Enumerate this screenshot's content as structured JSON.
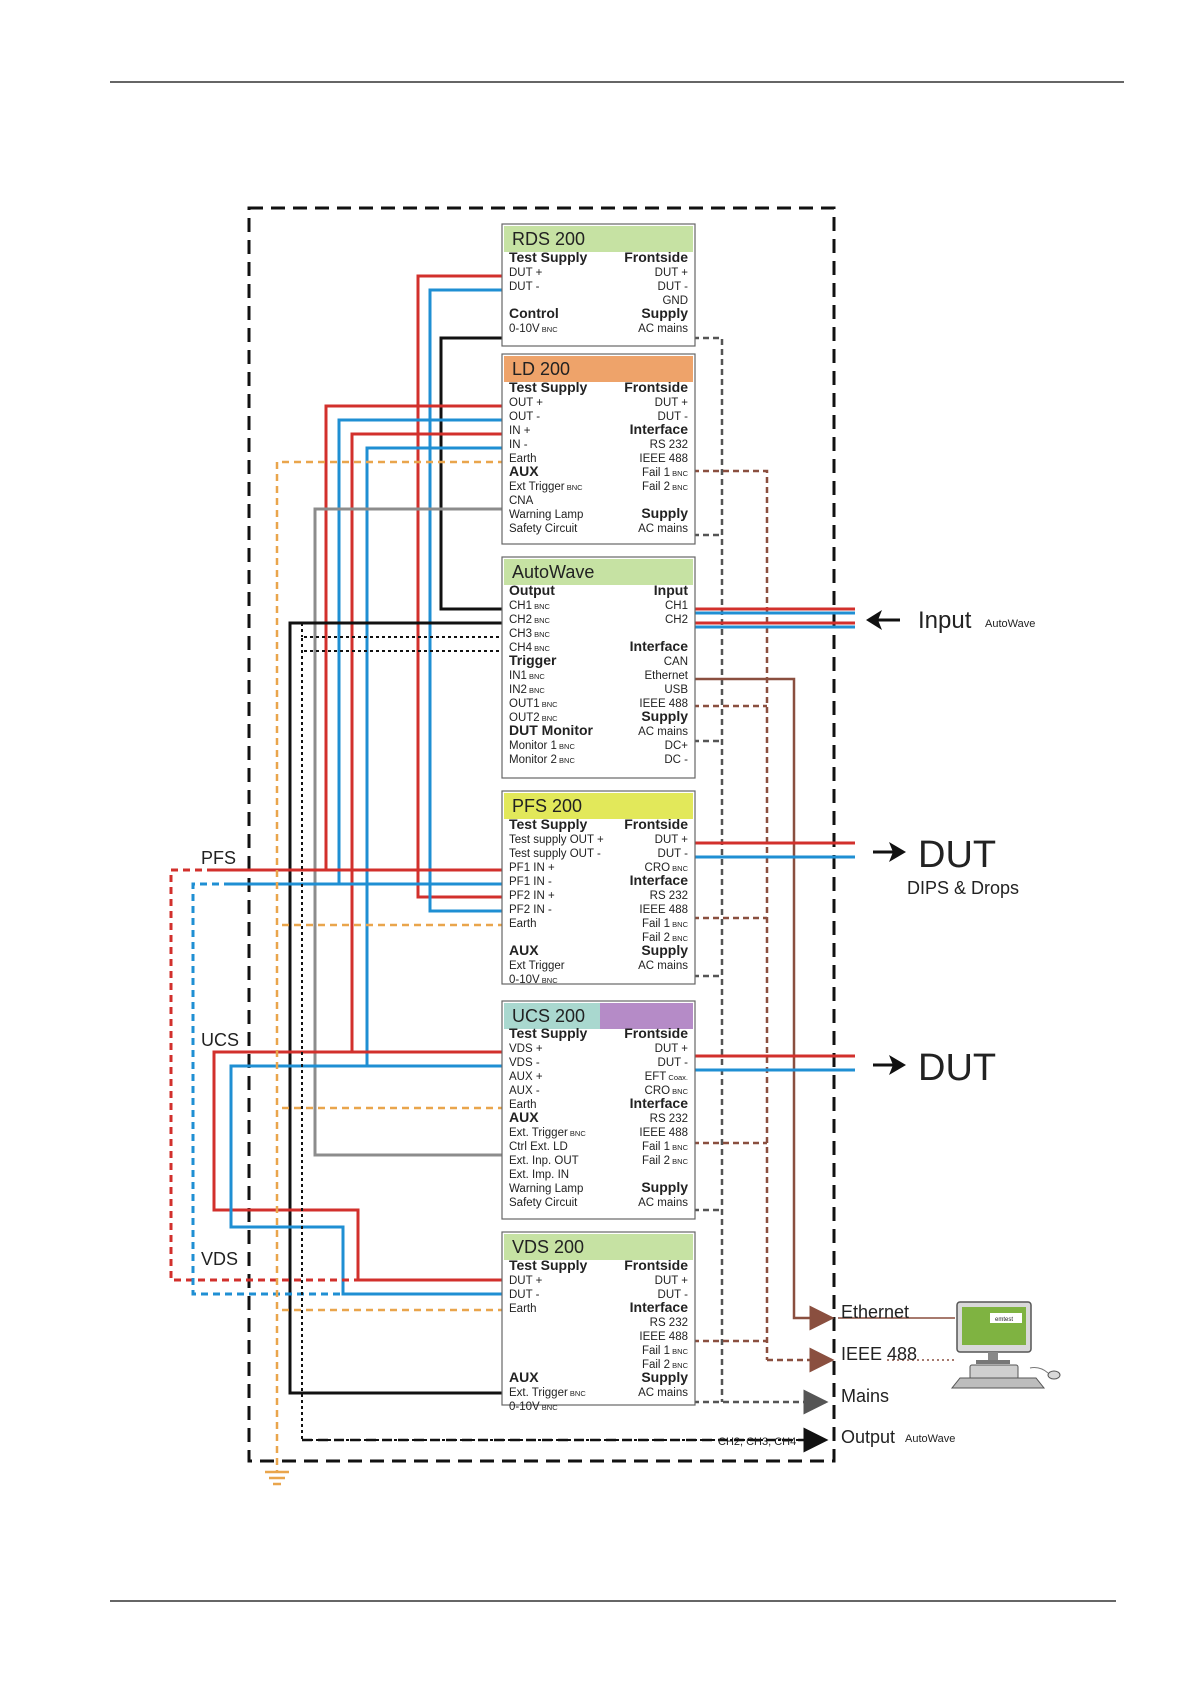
{
  "devices": {
    "rds": {
      "title": "RDS 200",
      "header_color": "#c6e2a3",
      "left": [
        {
          "text": "Test Supply",
          "bold": true
        },
        {
          "text": "DUT +"
        },
        {
          "text": "DUT -"
        },
        {
          "text": ""
        },
        {
          "text": "Control",
          "bold": true
        },
        {
          "text": "0-10V",
          "sub": "BNC"
        }
      ],
      "right": [
        {
          "text": "Frontside",
          "bold": true
        },
        {
          "text": "DUT +"
        },
        {
          "text": "DUT -"
        },
        {
          "text": "GND"
        },
        {
          "text": "Supply",
          "bold": true
        },
        {
          "text": "AC mains"
        }
      ]
    },
    "ld": {
      "title": "LD 200",
      "header_color": "#eea36a",
      "left": [
        {
          "text": "Test Supply",
          "bold": true
        },
        {
          "text": "OUT +"
        },
        {
          "text": "OUT -"
        },
        {
          "text": "IN +"
        },
        {
          "text": "IN -"
        },
        {
          "text": "Earth"
        },
        {
          "text": "AUX",
          "bold": true
        },
        {
          "text": "Ext Trigger",
          "sub": "BNC"
        },
        {
          "text": "CNA"
        },
        {
          "text": "Warning Lamp"
        },
        {
          "text": "Safety Circuit"
        }
      ],
      "right": [
        {
          "text": "Frontside",
          "bold": true
        },
        {
          "text": "DUT +"
        },
        {
          "text": "DUT -"
        },
        {
          "text": "Interface",
          "bold": true
        },
        {
          "text": "RS 232"
        },
        {
          "text": "IEEE 488"
        },
        {
          "text": "Fail 1",
          "sub": "BNC"
        },
        {
          "text": "Fail 2",
          "sub": "BNC"
        },
        {
          "text": ""
        },
        {
          "text": "Supply",
          "bold": true
        },
        {
          "text": "AC mains"
        }
      ]
    },
    "aw": {
      "title": "AutoWave",
      "header_color": "#c6e2a3",
      "left": [
        {
          "text": "Output",
          "bold": true
        },
        {
          "text": "CH1",
          "sub": "BNC"
        },
        {
          "text": "CH2",
          "sub": "BNC"
        },
        {
          "text": "CH3",
          "sub": "BNC"
        },
        {
          "text": "CH4",
          "sub": "BNC"
        },
        {
          "text": "Trigger",
          "bold": true
        },
        {
          "text": "IN1",
          "sub": "BNC"
        },
        {
          "text": "IN2",
          "sub": "BNC"
        },
        {
          "text": "OUT1",
          "sub": "BNC"
        },
        {
          "text": "OUT2",
          "sub": "BNC"
        },
        {
          "text": "DUT Monitor",
          "bold": true
        },
        {
          "text": "Monitor 1",
          "sub": "BNC"
        },
        {
          "text": "Monitor 2",
          "sub": "BNC"
        }
      ],
      "right": [
        {
          "text": "Input",
          "bold": true
        },
        {
          "text": "CH1"
        },
        {
          "text": "CH2"
        },
        {
          "text": ""
        },
        {
          "text": "Interface",
          "bold": true
        },
        {
          "text": "CAN"
        },
        {
          "text": "Ethernet"
        },
        {
          "text": "USB"
        },
        {
          "text": "IEEE 488"
        },
        {
          "text": "Supply",
          "bold": true
        },
        {
          "text": "AC mains"
        },
        {
          "text": "DC+"
        },
        {
          "text": "DC -"
        }
      ]
    },
    "pfs": {
      "title": "PFS 200",
      "header_color": "#e2e85a",
      "left": [
        {
          "text": "Test Supply",
          "bold": true
        },
        {
          "text": "Test supply OUT +"
        },
        {
          "text": "Test supply OUT -"
        },
        {
          "text": "PF1 IN +"
        },
        {
          "text": "PF1 IN -"
        },
        {
          "text": "PF2 IN +"
        },
        {
          "text": "PF2 IN -"
        },
        {
          "text": "Earth"
        },
        {
          "text": ""
        },
        {
          "text": "AUX",
          "bold": true
        },
        {
          "text": "Ext Trigger"
        },
        {
          "text": "0-10V",
          "sub": "BNC"
        }
      ],
      "right": [
        {
          "text": "Frontside",
          "bold": true
        },
        {
          "text": "DUT +"
        },
        {
          "text": "DUT -"
        },
        {
          "text": "CRO",
          "sub": "BNC"
        },
        {
          "text": "Interface",
          "bold": true
        },
        {
          "text": "RS 232"
        },
        {
          "text": "IEEE 488"
        },
        {
          "text": "Fail 1",
          "sub": "BNC"
        },
        {
          "text": "Fail 2",
          "sub": "BNC"
        },
        {
          "text": "Supply",
          "bold": true
        },
        {
          "text": "AC mains"
        }
      ]
    },
    "ucs": {
      "title": "UCS 200",
      "header_color": "#a9d8cf",
      "header_accent": "#b58bc7",
      "left": [
        {
          "text": "Test Supply",
          "bold": true
        },
        {
          "text": "VDS +"
        },
        {
          "text": "VDS -"
        },
        {
          "text": "AUX +"
        },
        {
          "text": "AUX -"
        },
        {
          "text": "Earth"
        },
        {
          "text": "AUX",
          "bold": true
        },
        {
          "text": "Ext. Trigger",
          "sub": "BNC"
        },
        {
          "text": "Ctrl Ext. LD"
        },
        {
          "text": "Ext. Inp. OUT"
        },
        {
          "text": "Ext. Imp. IN"
        },
        {
          "text": "Warning Lamp"
        },
        {
          "text": "Safety Circuit"
        }
      ],
      "right": [
        {
          "text": "Frontside",
          "bold": true
        },
        {
          "text": "DUT +"
        },
        {
          "text": "DUT -"
        },
        {
          "text": "EFT",
          "sub": "Coax."
        },
        {
          "text": "CRO",
          "sub": "BNC"
        },
        {
          "text": "Interface",
          "bold": true
        },
        {
          "text": "RS 232"
        },
        {
          "text": "IEEE 488"
        },
        {
          "text": "Fail 1",
          "sub": "BNC"
        },
        {
          "text": "Fail 2",
          "sub": "BNC"
        },
        {
          "text": ""
        },
        {
          "text": "Supply",
          "bold": true
        },
        {
          "text": "AC mains"
        }
      ]
    },
    "vds": {
      "title": "VDS 200",
      "header_color": "#c6e2a3",
      "left": [
        {
          "text": "Test Supply",
          "bold": true
        },
        {
          "text": "DUT +"
        },
        {
          "text": "DUT -"
        },
        {
          "text": "Earth"
        },
        {
          "text": ""
        },
        {
          "text": ""
        },
        {
          "text": ""
        },
        {
          "text": ""
        },
        {
          "text": "AUX",
          "bold": true
        },
        {
          "text": "Ext. Trigger",
          "sub": "BNC"
        },
        {
          "text": "0-10V",
          "sub": "BNC"
        }
      ],
      "right": [
        {
          "text": "Frontside",
          "bold": true
        },
        {
          "text": "DUT +"
        },
        {
          "text": "DUT -"
        },
        {
          "text": "Interface",
          "bold": true
        },
        {
          "text": "RS 232"
        },
        {
          "text": "IEEE 488"
        },
        {
          "text": "Fail 1",
          "sub": "BNC"
        },
        {
          "text": "Fail 2",
          "sub": "BNC"
        },
        {
          "text": "Supply",
          "bold": true
        },
        {
          "text": "AC mains"
        }
      ]
    }
  },
  "labels": {
    "pfs_side": "PFS",
    "ucs_side": "UCS",
    "vds_side": "VDS",
    "input_main": "Input",
    "input_sub": "AutoWave",
    "dut1": "DUT",
    "dut1_sub": "DIPS & Drops",
    "dut2": "DUT",
    "ethernet": "Ethernet",
    "ieee": "IEEE 488",
    "mains": "Mains",
    "output_main": "Output",
    "output_sub": "AutoWave",
    "channels": "CH2, CH3, CH4",
    "pc_brand": "emtest"
  },
  "colors": {
    "red": "#d2302c",
    "blue": "#1f8fd3",
    "black": "#111111",
    "gray": "#8c8c8c",
    "orange": "#e9a54c",
    "brown": "#8a4f3f",
    "dashed_gray": "#555555"
  }
}
